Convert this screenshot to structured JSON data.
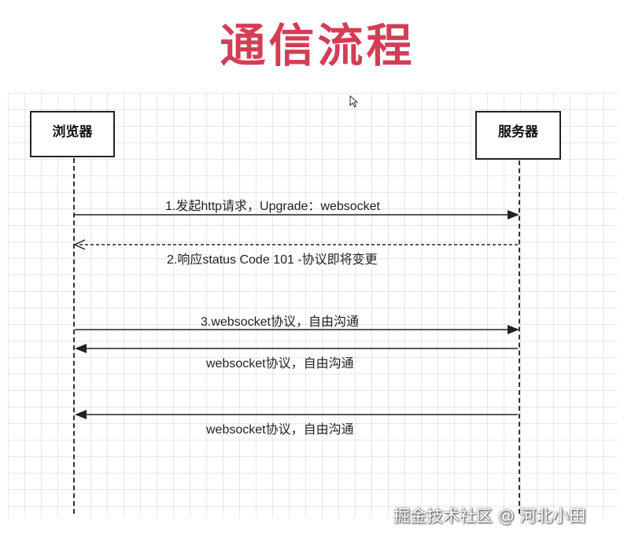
{
  "title": "通信流程",
  "actors": {
    "browser": "浏览器",
    "server": "服务器"
  },
  "messages": [
    {
      "label": "1.发起http请求，Upgrade：websocket",
      "from": "browser",
      "to": "server",
      "style": "solid"
    },
    {
      "label": "2.响应status Code 101 -协议即将变更",
      "from": "server",
      "to": "browser",
      "style": "dashed"
    },
    {
      "label": "3.websocket协议，自由沟通",
      "from": "browser",
      "to": "server",
      "style": "solid"
    },
    {
      "label": "websocket协议，自由沟通",
      "from": "server",
      "to": "browser",
      "style": "solid"
    },
    {
      "label": "websocket协议，自由沟通",
      "from": "server",
      "to": "browser",
      "style": "solid"
    }
  ],
  "watermark": "掘金技术社区 @ 河北小田"
}
